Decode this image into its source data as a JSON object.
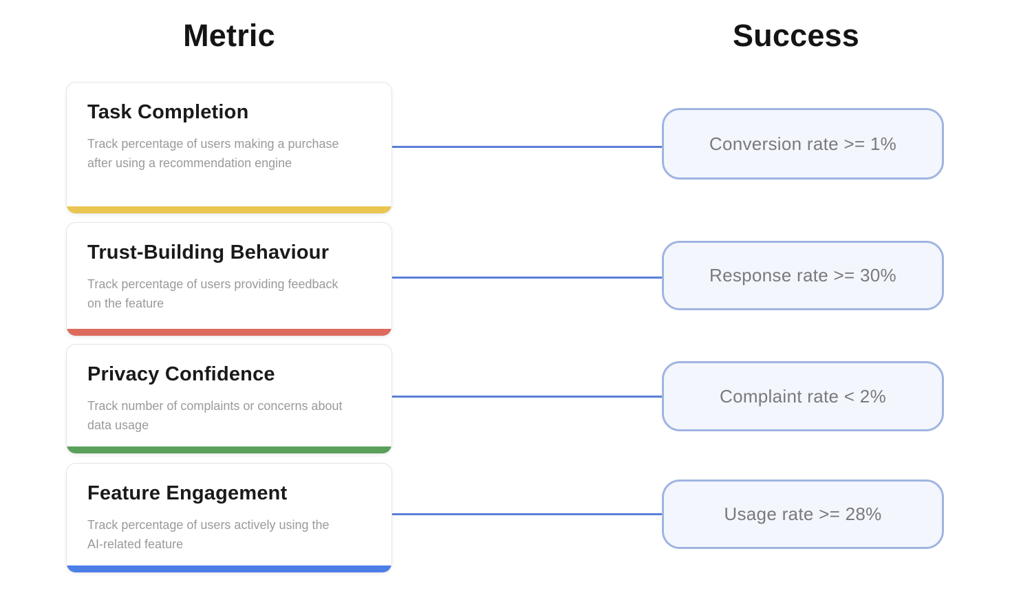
{
  "headers": {
    "metric": "Metric",
    "success": "Success"
  },
  "rows": [
    {
      "title": "Task Completion",
      "description": "Track percentage of users making a purchase after using a recommendation engine",
      "accent_color": "#eac54f",
      "success_label": "Conversion rate >= 1%"
    },
    {
      "title": "Trust-Building Behaviour",
      "description": "Track percentage of users providing feedback on the feature",
      "accent_color": "#dd6a5c",
      "success_label": "Response rate >= 30%"
    },
    {
      "title": "Privacy Confidence",
      "description": "Track number of complaints or concerns about data usage",
      "accent_color": "#5aa05a",
      "success_label": "Complaint rate < 2%"
    },
    {
      "title": "Feature Engagement",
      "description": "Track percentage of users actively using the AI-related feature",
      "accent_color": "#4c7ee8",
      "success_label": "Usage rate >= 28%"
    }
  ],
  "colors": {
    "connector": "#5b7ed8",
    "pill_border": "#a0b4e2",
    "pill_background": "#f3f6fd"
  }
}
